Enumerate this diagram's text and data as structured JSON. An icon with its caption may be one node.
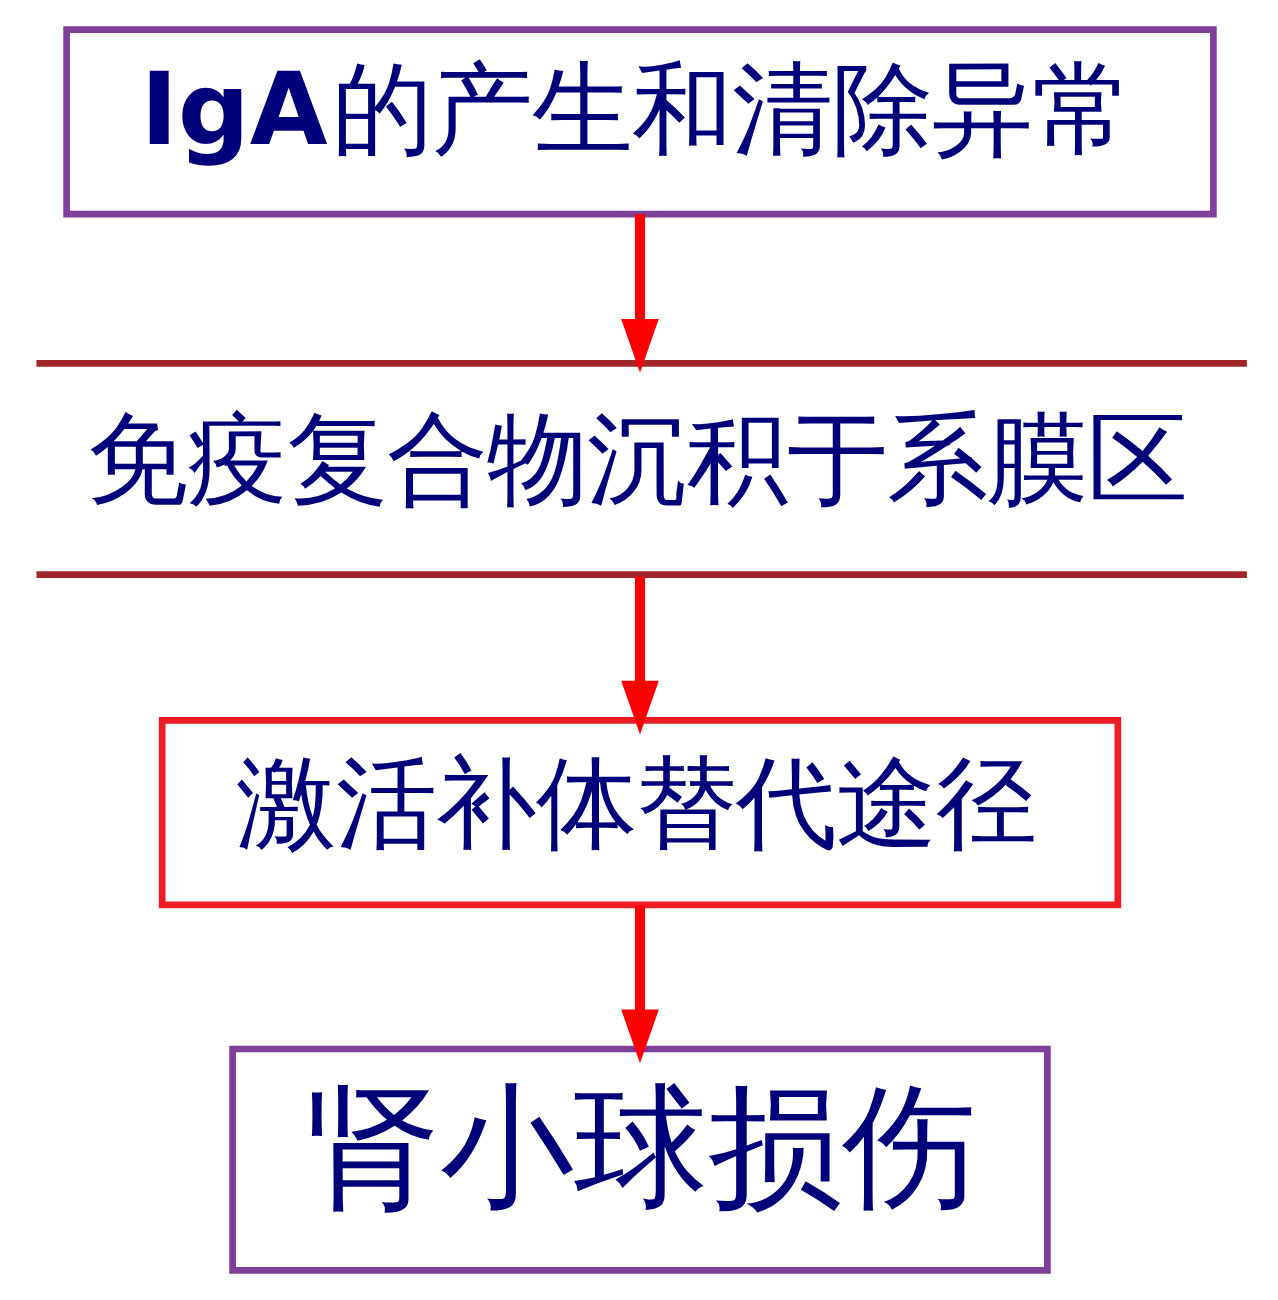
{
  "diagram": {
    "nodes": [
      {
        "text": [
          "**IgA**的产生和清除异常"
        ]
      },
      {
        "text": [
          "免疫复合物沉积于系膜区"
        ]
      },
      {
        "text": [
          "激活补体替代途径"
        ]
      },
      {
        "text": [
          "肾小球损伤"
        ]
      }
    ],
    "edges": [
      {
        "from": 0,
        "to": 1,
        "arrow": "to"
      },
      {
        "from": 1,
        "to": 2,
        "arrow": "to"
      },
      {
        "from": 2,
        "to": 3,
        "arrow": "to"
      }
    ]
  }
}
